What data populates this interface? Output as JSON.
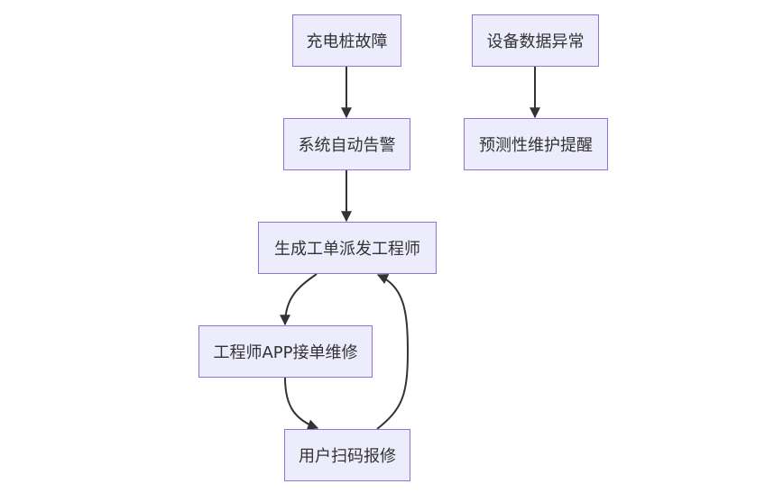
{
  "nodes": {
    "charger_fault": "充电桩故障",
    "auto_alarm": "系统自动告警",
    "create_order": "生成工单派发工程师",
    "engineer_app": "工程师APP接单维修",
    "user_scan": "用户扫码报修",
    "data_anomaly": "设备数据异常",
    "predictive_alert": "预测性维护提醒"
  },
  "colors": {
    "node_fill": "#ececfd",
    "node_border": "#9370db",
    "edge": "#333333",
    "text": "#333333"
  }
}
